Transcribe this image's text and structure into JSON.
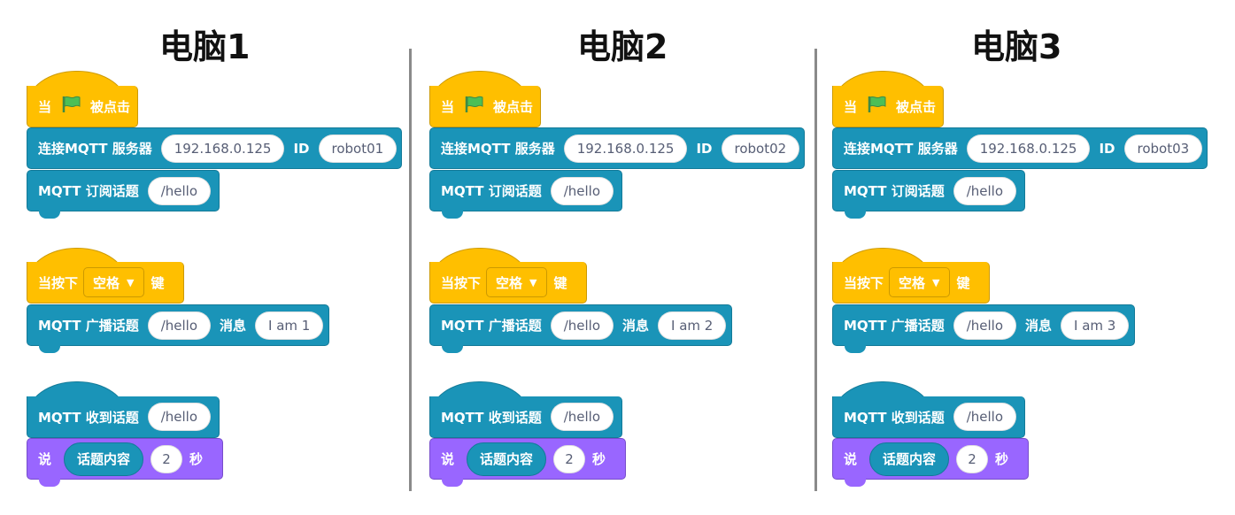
{
  "columns": [
    {
      "title": "电脑1",
      "flag_block": {
        "prefix": "当",
        "suffix": "被点击"
      },
      "connect_block": {
        "label": "连接MQTT 服务器",
        "ip": "192.168.0.125",
        "id_label": "ID",
        "id": "robot01"
      },
      "subscribe_block": {
        "label": "MQTT 订阅话题",
        "topic": "/hello"
      },
      "key_block": {
        "prefix": "当按下",
        "key": "空格",
        "suffix": "键"
      },
      "publish_block": {
        "label": "MQTT 广播话题",
        "topic": "/hello",
        "msg_label": "消息",
        "message": "I am 1"
      },
      "receive_block": {
        "label": "MQTT 收到话题",
        "topic": "/hello"
      },
      "say_block": {
        "prefix": "说",
        "reporter": "话题内容",
        "seconds": "2",
        "suffix": "秒"
      }
    },
    {
      "title": "电脑2",
      "flag_block": {
        "prefix": "当",
        "suffix": "被点击"
      },
      "connect_block": {
        "label": "连接MQTT 服务器",
        "ip": "192.168.0.125",
        "id_label": "ID",
        "id": "robot02"
      },
      "subscribe_block": {
        "label": "MQTT 订阅话题",
        "topic": "/hello"
      },
      "key_block": {
        "prefix": "当按下",
        "key": "空格",
        "suffix": "键"
      },
      "publish_block": {
        "label": "MQTT 广播话题",
        "topic": "/hello",
        "msg_label": "消息",
        "message": "I am 2"
      },
      "receive_block": {
        "label": "MQTT 收到话题",
        "topic": "/hello"
      },
      "say_block": {
        "prefix": "说",
        "reporter": "话题内容",
        "seconds": "2",
        "suffix": "秒"
      }
    },
    {
      "title": "电脑3",
      "flag_block": {
        "prefix": "当",
        "suffix": "被点击"
      },
      "connect_block": {
        "label": "连接MQTT 服务器",
        "ip": "192.168.0.125",
        "id_label": "ID",
        "id": "robot03"
      },
      "subscribe_block": {
        "label": "MQTT 订阅话题",
        "topic": "/hello"
      },
      "key_block": {
        "prefix": "当按下",
        "key": "空格",
        "suffix": "键"
      },
      "publish_block": {
        "label": "MQTT 广播话题",
        "topic": "/hello",
        "msg_label": "消息",
        "message": "I am 3"
      },
      "receive_block": {
        "label": "MQTT 收到话题",
        "topic": "/hello"
      },
      "say_block": {
        "prefix": "说",
        "reporter": "话题内容",
        "seconds": "2",
        "suffix": "秒"
      }
    }
  ],
  "icons": {
    "flag": "green-flag-icon",
    "dropdown": "caret-down-icon"
  },
  "colors": {
    "event": "#ffbf00",
    "mqtt": "#1a94b8",
    "looks": "#9966ff",
    "flag": "#4cbf56",
    "divider": "#8a8a8a"
  }
}
